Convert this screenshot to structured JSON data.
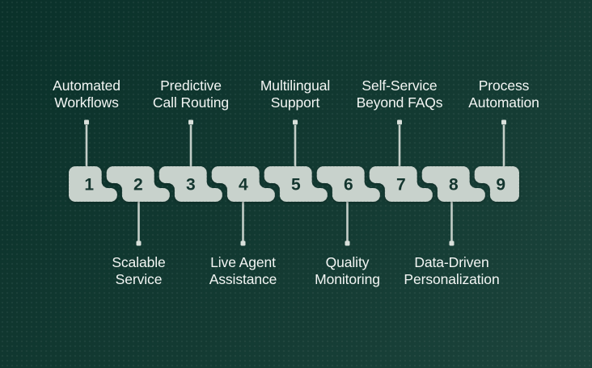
{
  "figure": {
    "type": "numbered-zipper-timeline",
    "steps_total": "9"
  },
  "steps": [
    {
      "number": "1",
      "label": "Automated Workflows",
      "lines": [
        "Automated",
        "Workflows"
      ],
      "label_position": "top"
    },
    {
      "number": "2",
      "label": "Scalable Service",
      "lines": [
        "Scalable",
        "Service"
      ],
      "label_position": "bottom"
    },
    {
      "number": "3",
      "label": "Predictive Call Routing",
      "lines": [
        "Predictive",
        "Call Routing"
      ],
      "label_position": "top"
    },
    {
      "number": "4",
      "label": "Live Agent Assistance",
      "lines": [
        "Live Agent",
        "Assistance"
      ],
      "label_position": "bottom"
    },
    {
      "number": "5",
      "label": "Multilingual Support",
      "lines": [
        "Multilingual",
        "Support"
      ],
      "label_position": "top"
    },
    {
      "number": "6",
      "label": "Quality Monitoring",
      "lines": [
        "Quality",
        "Monitoring"
      ],
      "label_position": "bottom"
    },
    {
      "number": "7",
      "label": "Self-Service Beyond FAQs",
      "lines": [
        "Self-Service",
        "Beyond FAQs"
      ],
      "label_position": "top"
    },
    {
      "number": "8",
      "label": "Data-Driven Personalization",
      "lines": [
        "Data-Driven",
        "Personalization"
      ],
      "label_position": "bottom"
    },
    {
      "number": "9",
      "label": "Process Automation",
      "lines": [
        "Process",
        "Automation"
      ],
      "label_position": "top"
    }
  ],
  "colors": {
    "bg_top_left": "#0a312a",
    "bg_mid": "#133a32",
    "bg_bottom_right": "#1c443c",
    "piece_fill": "#c8d2cc",
    "piece_outline": "rgba(13,48,41,0.22)",
    "number_color": "#14362f",
    "connector_color": "#c3cec8",
    "dot_color": "#d9e0db",
    "label_color": "#f3f6f4"
  }
}
